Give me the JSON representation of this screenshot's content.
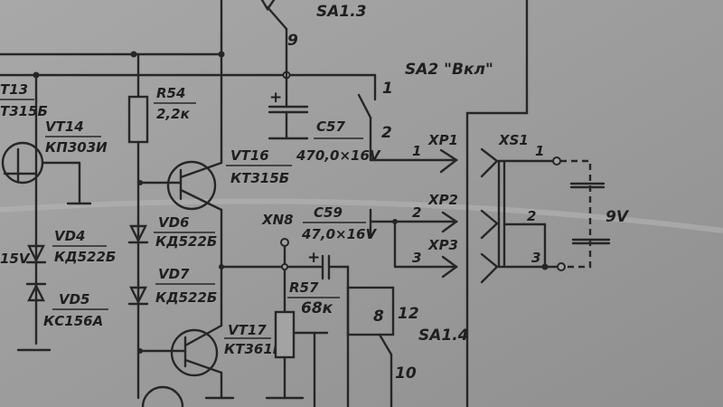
{
  "switches": {
    "sa13": "SA1.3",
    "sa13_pin": "9",
    "sa2": "SA2 \"Вкл\"",
    "sa2_pin1": "1",
    "sa2_pin2": "2",
    "sa14": "SA1.4",
    "sa14_pin8": "8",
    "sa14_pin12": "12",
    "sa14_pin10": "10"
  },
  "components": {
    "vt13_ref": "Т13",
    "vt13_type": "Т315Б",
    "vt14_ref": "VT14",
    "vt14_type": "КП303И",
    "r54_ref": "R54",
    "r54_val": "2,2к",
    "vt16_ref": "VT16",
    "vt16_type": "КТ315Б",
    "c57_ref": "C57",
    "c57_val": "470,0×16V",
    "c57_plus": "+",
    "vd4_ref": "VD4",
    "vd4_type": "КД522Б",
    "vd4_left": "15V",
    "vd5_ref": "VD5",
    "vd5_type": "КС156А",
    "vd6_ref": "VD6",
    "vd6_type": "КД522Б",
    "vd7_ref": "VD7",
    "vd7_type": "КД522Б",
    "vt17_ref": "VT17",
    "vt17_type": "КТ361Б",
    "xn8": "XN8",
    "c59_ref": "C59",
    "c59_val": "47,0×16V",
    "c59_plus": "+",
    "r57_ref": "R57",
    "r57_val": "68к"
  },
  "connectors": {
    "xp1": "XP1",
    "xp1_pin": "1",
    "xp2": "XP2",
    "xp2_pin": "2",
    "xp3": "XP3",
    "xp3_pin": "3",
    "xs1": "XS1",
    "xs1_pin1": "1",
    "xs1_pin2": "2",
    "xs1_pin3": "3",
    "battery": "9V"
  }
}
